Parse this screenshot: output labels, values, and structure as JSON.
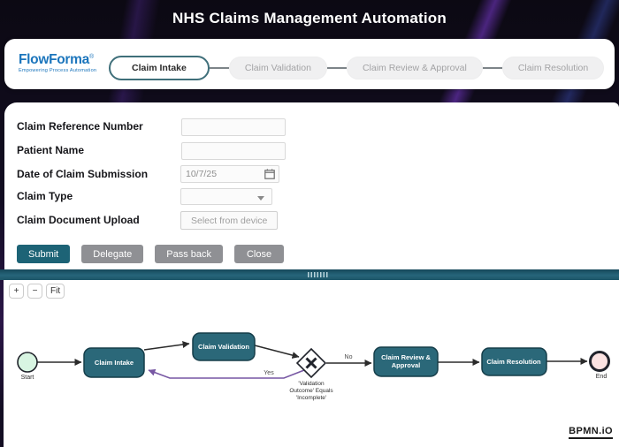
{
  "header": {
    "title": "NHS Claims Management Automation"
  },
  "brand": {
    "name": "FlowForma",
    "mark": "®",
    "tagline": "Empowering Process Automation"
  },
  "stepper": {
    "steps": [
      {
        "label": "Claim Intake",
        "active": true
      },
      {
        "label": "Claim Validation",
        "active": false
      },
      {
        "label": "Claim Review & Approval",
        "active": false
      },
      {
        "label": "Claim Resolution",
        "active": false
      }
    ]
  },
  "form": {
    "fields": [
      {
        "label": "Claim Reference Number",
        "type": "text",
        "value": ""
      },
      {
        "label": "Patient Name",
        "type": "text",
        "value": ""
      },
      {
        "label": "Date of Claim Submission",
        "type": "date",
        "value": "10/7/25"
      },
      {
        "label": "Claim Type",
        "type": "select",
        "value": ""
      },
      {
        "label": "Claim Document Upload",
        "type": "upload",
        "button_label": "Select from device"
      }
    ],
    "actions": [
      {
        "label": "Submit",
        "style": "primary"
      },
      {
        "label": "Delegate",
        "style": "secondary"
      },
      {
        "label": "Pass back",
        "style": "secondary"
      },
      {
        "label": "Close",
        "style": "secondary"
      }
    ]
  },
  "diagram": {
    "controls": {
      "zoom_in_label": "+",
      "zoom_out_label": "−",
      "fit_label": "Fit"
    },
    "nodes": {
      "start": {
        "label": "Start"
      },
      "claim_intake": {
        "label": "Claim Intake"
      },
      "claim_validation": {
        "label": "Claim Validation"
      },
      "gateway": {
        "condition_line1": "'Validation",
        "condition_line2": "Outcome' Equals",
        "condition_line3": "'Incomplete'"
      },
      "claim_review": {
        "label_line1": "Claim Review &",
        "label_line2": "Approval"
      },
      "claim_resolution": {
        "label": "Claim Resolution"
      },
      "end": {
        "label": "End"
      }
    },
    "edges": {
      "yes_label": "Yes",
      "no_label": "No"
    },
    "watermark": "BPMN.iO"
  },
  "colors": {
    "primary_teal": "#1d6376",
    "task_fill": "#2b6879",
    "flow_purple": "#7757a3",
    "brand_blue": "#1b75bc",
    "start_fill": "#d8f5e2",
    "end_fill": "#fbe3e2",
    "splitter_teal": "#26657a"
  }
}
